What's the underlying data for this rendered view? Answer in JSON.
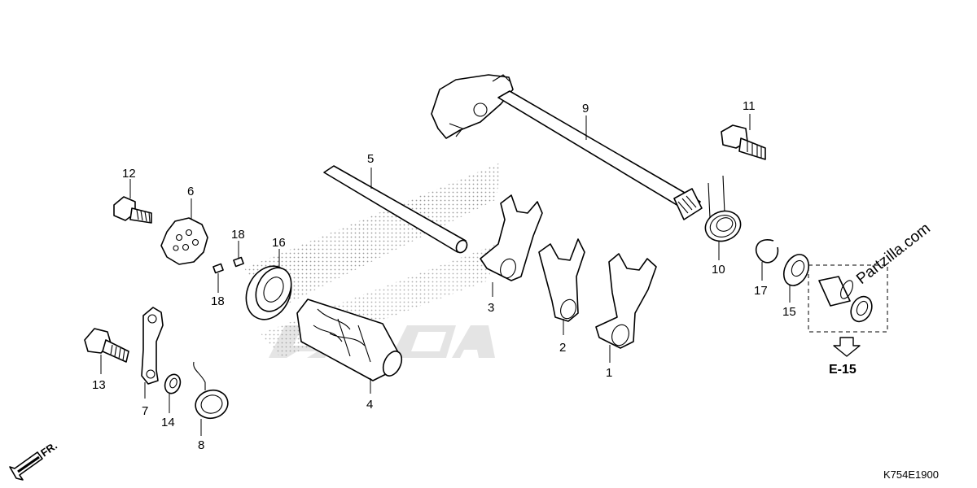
{
  "callouts": {
    "c1": "1",
    "c2": "2",
    "c3": "3",
    "c4": "4",
    "c5": "5",
    "c6": "6",
    "c7": "7",
    "c8": "8",
    "c9": "9",
    "c10": "10",
    "c11": "11",
    "c12": "12",
    "c13": "13",
    "c14": "14",
    "c15": "15",
    "c16": "16",
    "c17": "17",
    "c18a": "18",
    "c18b": "18"
  },
  "labels": {
    "reference": "E-15",
    "front_arrow": "FR.",
    "diagram_code": "K754E1900",
    "watermark": "Partzilla.com"
  },
  "icons": {
    "front_direction": "arrow-down-left-icon",
    "reference_arrow": "arrow-down-outline-icon"
  },
  "colors": {
    "line": "#000000",
    "background": "#ffffff",
    "stipple": "#9a9a9a"
  }
}
